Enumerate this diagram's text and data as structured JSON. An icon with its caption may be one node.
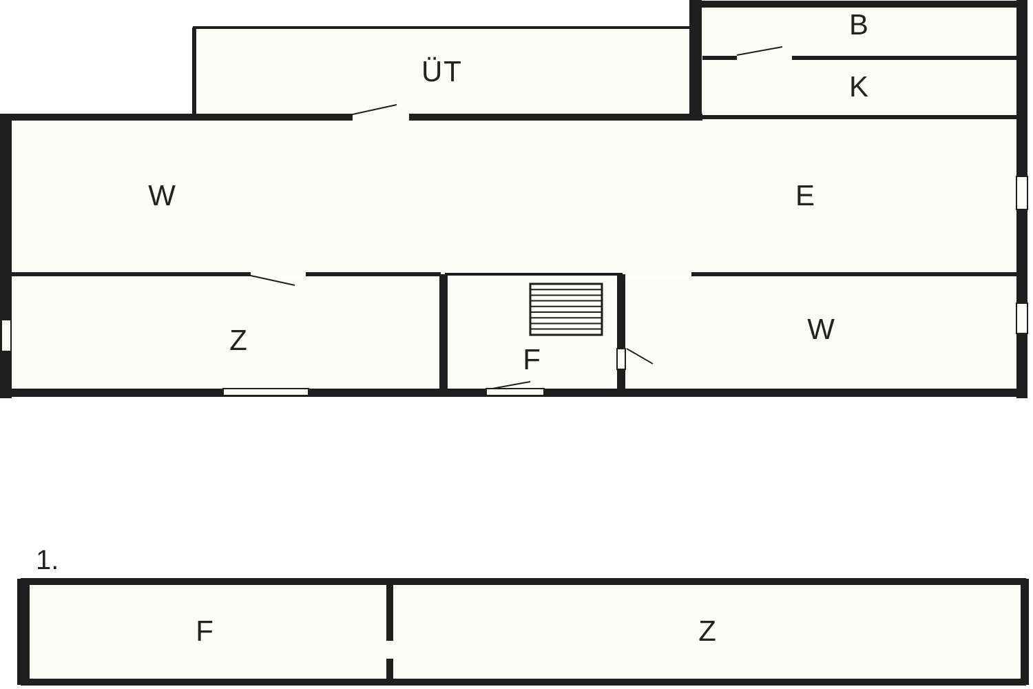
{
  "diagram": {
    "nodes": [
      {
        "text": [
          "ÜT"
        ]
      },
      {
        "text": [
          "B"
        ]
      },
      {
        "text": [
          "K"
        ]
      },
      {
        "text": [
          "W"
        ]
      },
      {
        "text": [
          "E"
        ]
      },
      {
        "text": [
          "Z"
        ]
      },
      {
        "text": [
          "F"
        ]
      },
      {
        "text": [
          "W"
        ]
      },
      {
        "text": [
          "F"
        ]
      },
      {
        "text": [
          "Z"
        ]
      }
    ],
    "edges": [],
    "labels": [
      "1."
    ]
  }
}
